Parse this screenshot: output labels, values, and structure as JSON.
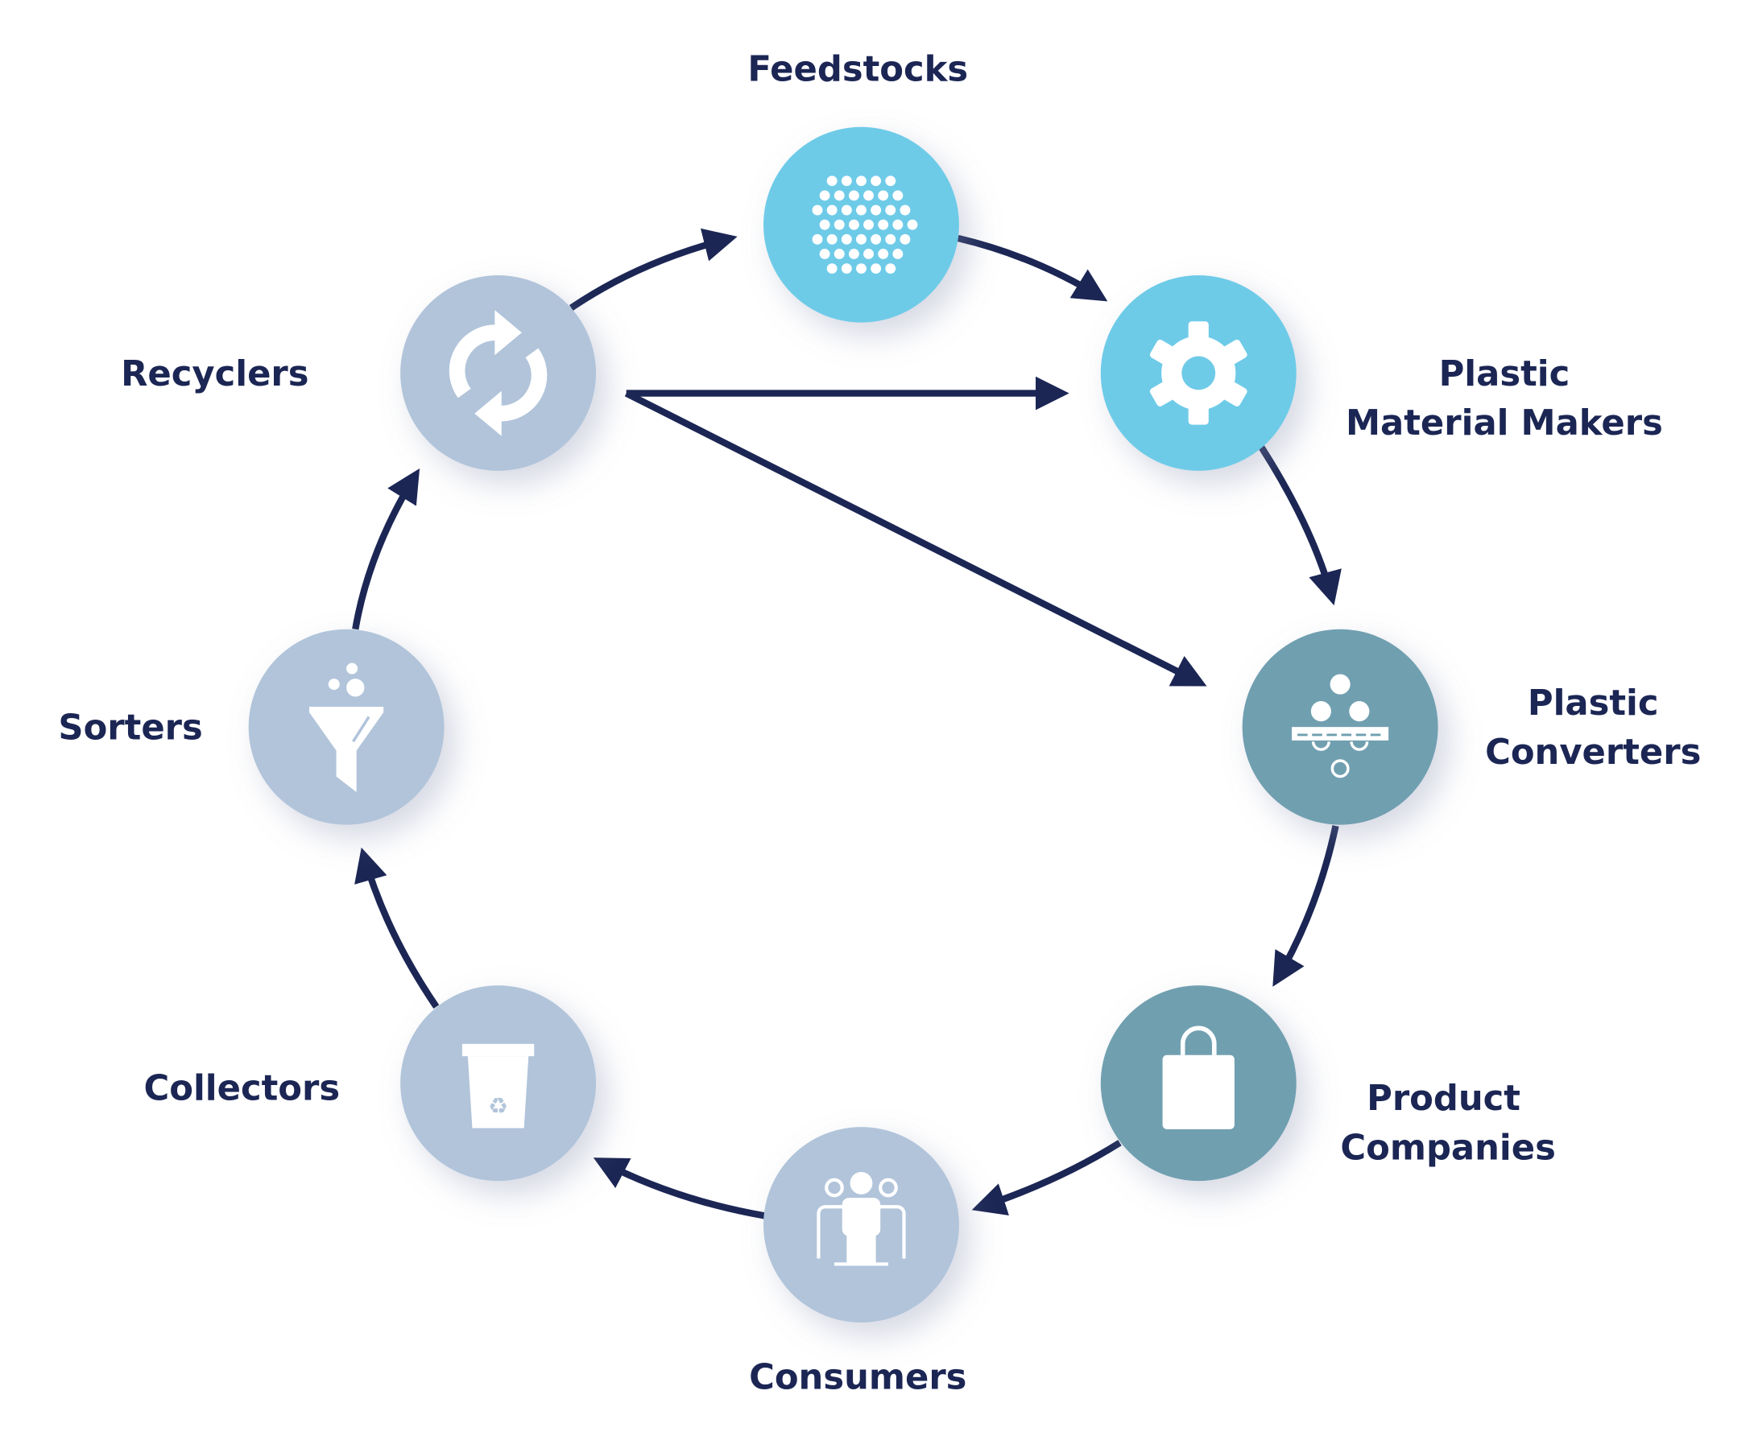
{
  "title": "Plastics value chain cycle",
  "colors": {
    "navy": "#1b2654",
    "virgin": "#6ecbe8",
    "converter": "#6f9fb0",
    "circular": "#b1c4da",
    "white": "#ffffff"
  },
  "nodes": [
    {
      "id": "feedstocks",
      "label_lines": [
        "Feedstocks"
      ],
      "icon": "dots-cluster-icon"
    },
    {
      "id": "material-makers",
      "label_lines": [
        "Plastic",
        "Material Makers"
      ],
      "icon": "gear-icon"
    },
    {
      "id": "converters",
      "label_lines": [
        "Plastic",
        "Converters"
      ],
      "icon": "pellets-filter-icon"
    },
    {
      "id": "product-companies",
      "label_lines": [
        "Product",
        "Companies"
      ],
      "icon": "shopping-bag-icon"
    },
    {
      "id": "consumers",
      "label_lines": [
        "Consumers"
      ],
      "icon": "people-group-icon"
    },
    {
      "id": "collectors",
      "label_lines": [
        "Collectors"
      ],
      "icon": "recycle-bin-icon"
    },
    {
      "id": "sorters",
      "label_lines": [
        "Sorters"
      ],
      "icon": "funnel-icon"
    },
    {
      "id": "recyclers",
      "label_lines": [
        "Recyclers"
      ],
      "icon": "recycle-arrows-icon"
    }
  ],
  "edges": [
    [
      "feedstocks",
      "material-makers"
    ],
    [
      "material-makers",
      "converters"
    ],
    [
      "converters",
      "product-companies"
    ],
    [
      "product-companies",
      "consumers"
    ],
    [
      "consumers",
      "collectors"
    ],
    [
      "collectors",
      "sorters"
    ],
    [
      "sorters",
      "recyclers"
    ],
    [
      "recyclers",
      "feedstocks"
    ],
    [
      "recyclers",
      "material-makers"
    ],
    [
      "recyclers",
      "converters"
    ]
  ]
}
